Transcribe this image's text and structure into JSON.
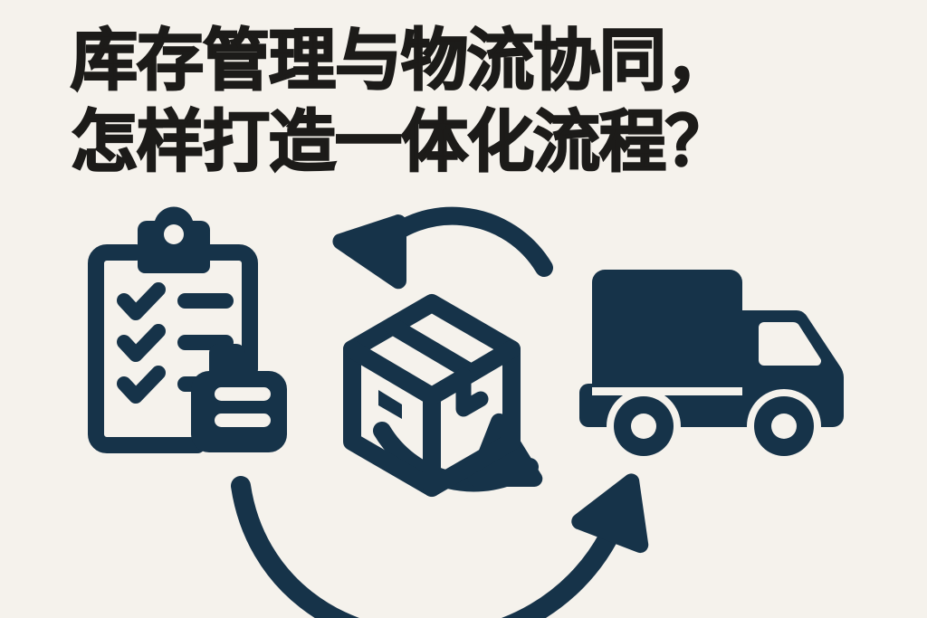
{
  "page": {
    "background_color": "#f5f2ec",
    "ink_color": "#163349",
    "title_color": "#1c1b19"
  },
  "title": {
    "line1": "库存管理与物流协同，",
    "line2": "怎样打造一体化流程？",
    "full_text": "库存管理与物流协同，怎样打造一体化流程？"
  },
  "illustration": {
    "caption": "inventory-management-and-logistics-coordination",
    "icons": [
      {
        "name": "clipboard-checklist-icon",
        "label": "clipboard with three checked items and a document card",
        "color": "#163349",
        "checkmarks": 3,
        "list_lines": 3,
        "card_lines": 2
      },
      {
        "name": "package-box-cycle-icon",
        "label": "3D package box encircled by two rotating cycle arrows",
        "color": "#163349",
        "arrows": 2
      },
      {
        "name": "delivery-truck-icon",
        "label": "delivery box truck facing right with two wheels",
        "color": "#163349",
        "wheels": 2
      },
      {
        "name": "flow-arc-arrow-icon",
        "label": "large sweeping arc arrow pointing up to the right",
        "color": "#163349"
      }
    ]
  }
}
